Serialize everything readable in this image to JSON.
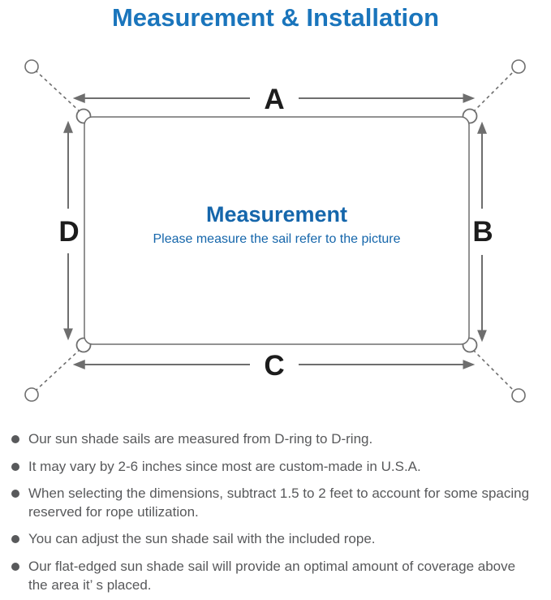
{
  "title": "Measurement & Installation",
  "colors": {
    "title_blue": "#1a75bc",
    "center_blue": "#1566ab",
    "diagram_line": "#6e6e6e",
    "label_black": "#1c1c1c",
    "note_text": "#58595b"
  },
  "diagram": {
    "labels": {
      "a": "A",
      "b": "B",
      "c": "C",
      "d": "D"
    },
    "center_title": "Measurement",
    "center_subtitle": "Please measure the sail refer to the picture"
  },
  "notes": [
    "Our sun shade sails are measured from D-ring to D-ring.",
    "It may vary by 2-6 inches since most are custom-made in U.S.A.",
    "When selecting the dimensions, subtract 1.5 to 2 feet to account for some spacing\nreserved for rope utilization.",
    "You can adjust the sun shade sail with the included rope.",
    "Our flat-edged sun shade sail will provide an optimal amount of coverage above\nthe area it’ s placed."
  ]
}
